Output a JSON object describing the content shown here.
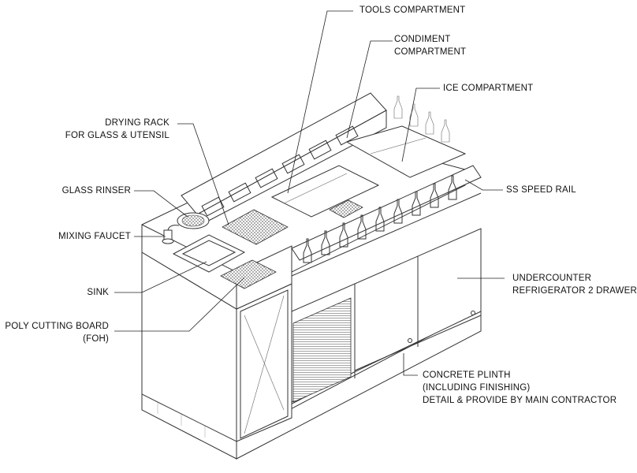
{
  "labels": {
    "tools_compartment": "TOOLS COMPARTMENT",
    "condiment_compartment_1": "CONDIMENT",
    "condiment_compartment_2": "COMPARTMENT",
    "ice_compartment": "ICE COMPARTMENT",
    "drying_rack_1": "DRYING RACK",
    "drying_rack_2": "FOR GLASS & UTENSIL",
    "glass_rinser": "GLASS RINSER",
    "ss_speed_rail": "SS SPEED RAIL",
    "mixing_faucet": "MIXING FAUCET",
    "undercounter_refrigerator_1": "UNDERCOUNTER",
    "undercounter_refrigerator_2": "REFRIGERATOR 2 DRAWER",
    "sink": "SINK",
    "poly_cutting_board_1": "POLY CUTTING BOARD",
    "poly_cutting_board_2": "(FOH)",
    "concrete_plinth_1": "CONCRETE PLINTH",
    "concrete_plinth_2": "(INCLUDING FINISHING)",
    "concrete_plinth_3": "DETAIL & PROVIDE BY MAIN CONTRACTOR"
  }
}
